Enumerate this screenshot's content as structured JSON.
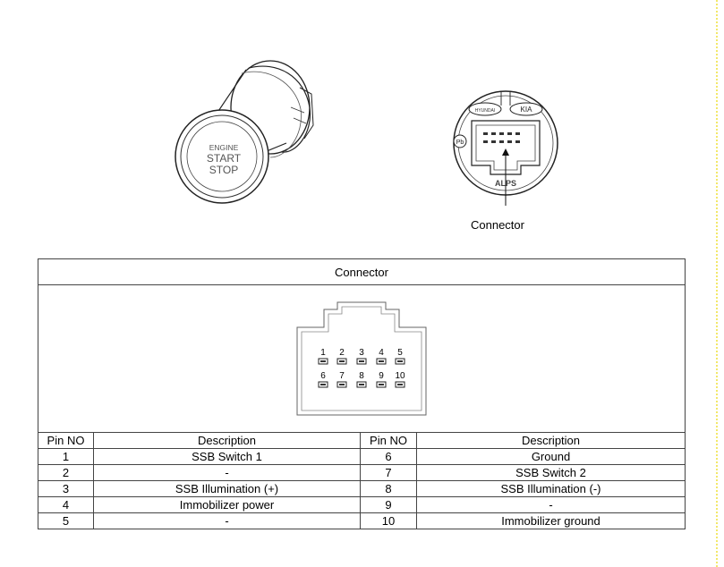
{
  "illustration": {
    "button_text": [
      "ENGINE",
      "START",
      "STOP"
    ],
    "brand_left": "HYUNDAI",
    "brand_right": "KIA",
    "maker": "ALPS",
    "badge": "Pb",
    "callout": "Connector"
  },
  "table": {
    "title": "Connector",
    "headers": [
      "Pin NO",
      "Description",
      "Pin NO",
      "Description"
    ],
    "pin_labels_top": [
      "1",
      "2",
      "3",
      "4",
      "5"
    ],
    "pin_labels_bottom": [
      "6",
      "7",
      "8",
      "9",
      "10"
    ],
    "rows": [
      {
        "pin_a": "1",
        "desc_a": "SSB Switch 1",
        "pin_b": "6",
        "desc_b": "Ground"
      },
      {
        "pin_a": "2",
        "desc_a": "-",
        "pin_b": "7",
        "desc_b": "SSB Switch 2"
      },
      {
        "pin_a": "3",
        "desc_a": "SSB Illumination (+)",
        "pin_b": "8",
        "desc_b": "SSB Illumination (-)"
      },
      {
        "pin_a": "4",
        "desc_a": "Immobilizer power",
        "pin_b": "9",
        "desc_b": "-"
      },
      {
        "pin_a": "5",
        "desc_a": "-",
        "pin_b": "10",
        "desc_b": "Immobilizer ground"
      }
    ]
  }
}
